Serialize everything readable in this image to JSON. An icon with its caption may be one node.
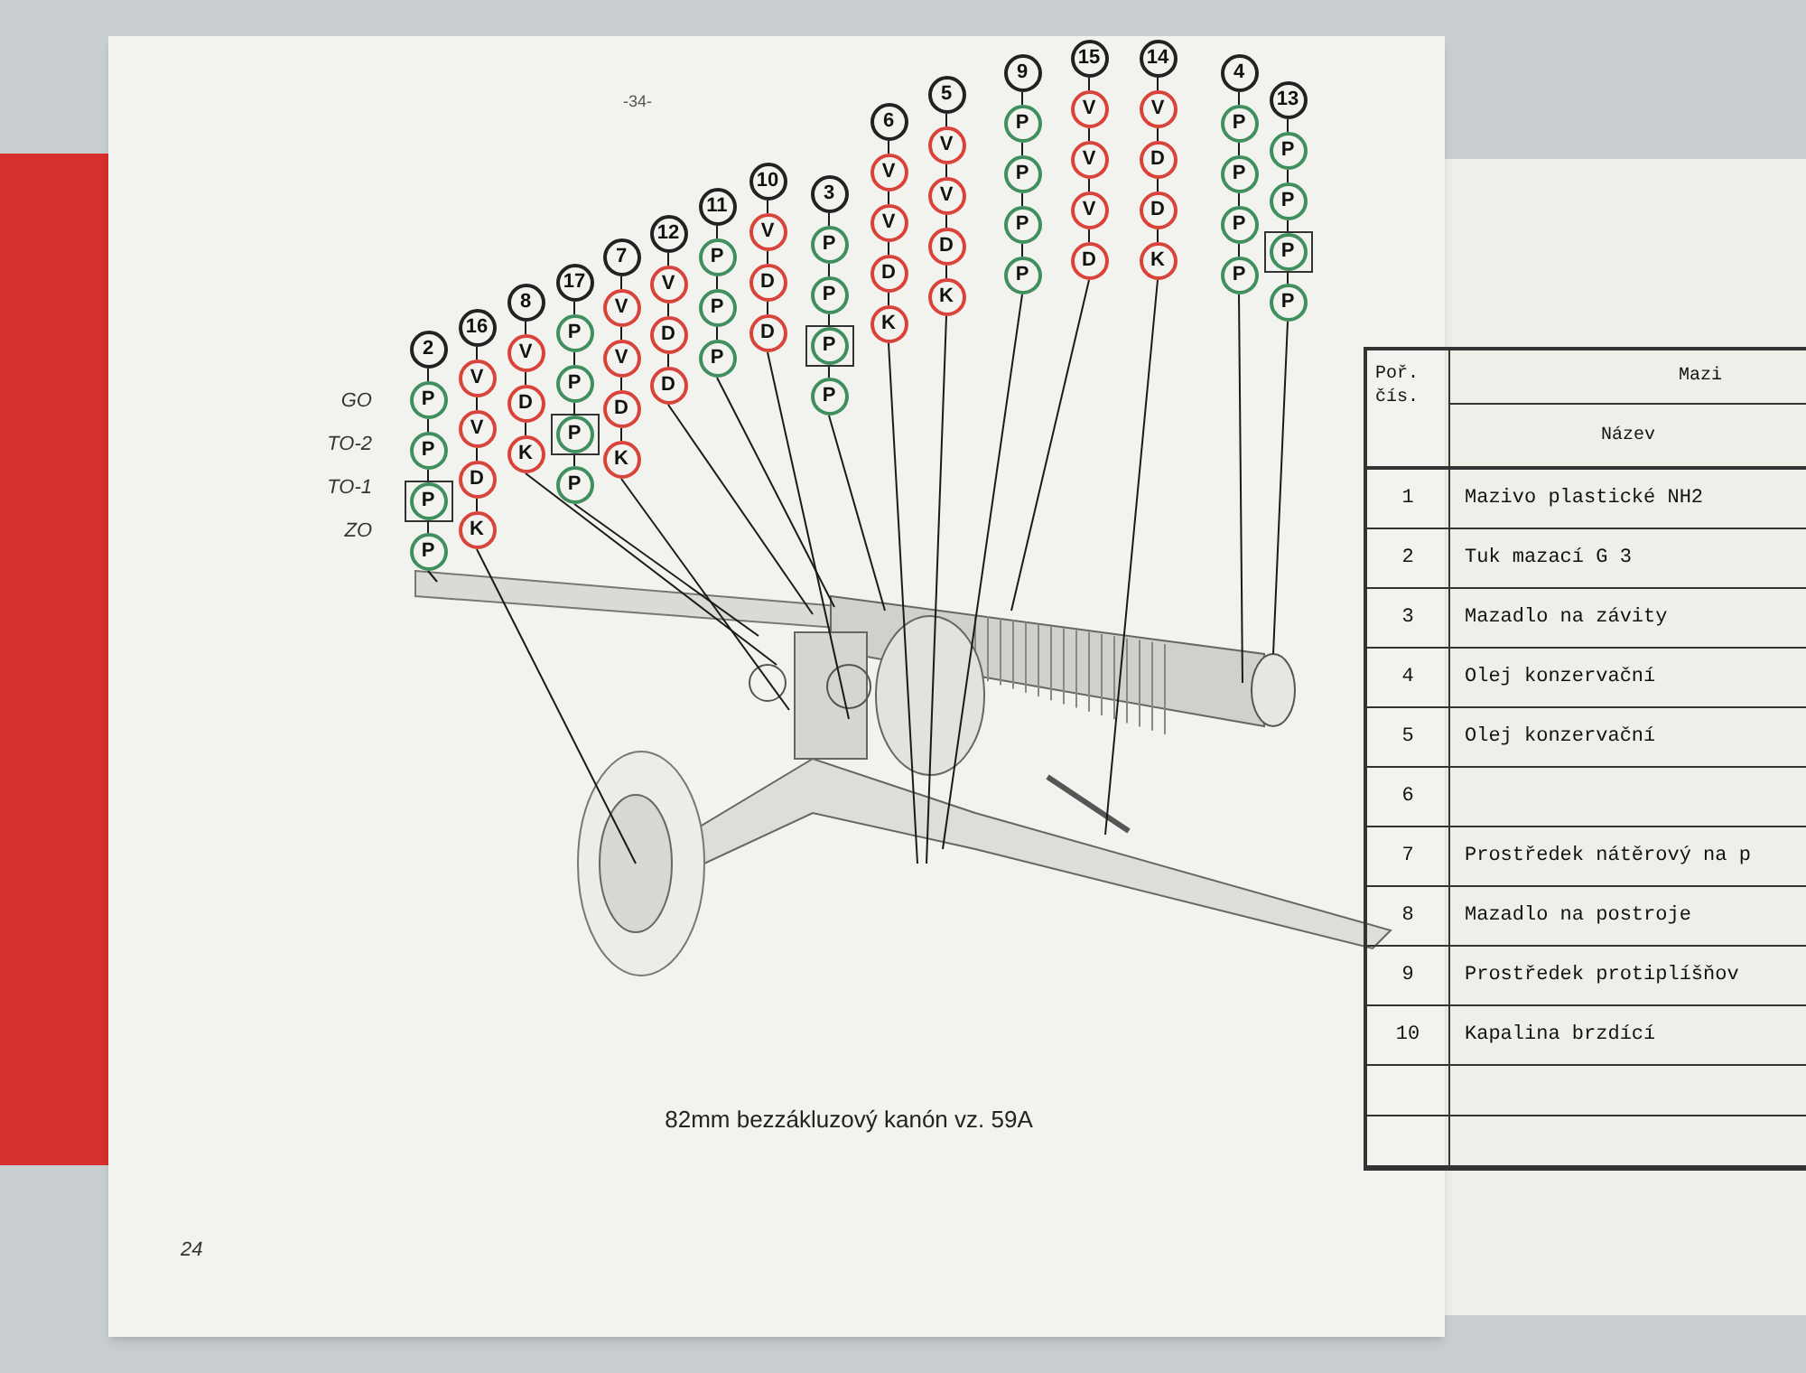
{
  "diagram": {
    "caption": "82mm bezzákluzový kanón vz. 59A",
    "nodes": [
      {
        "text": [
          "2"
        ]
      },
      {
        "text": [
          "P"
        ]
      },
      {
        "text": [
          "P"
        ]
      },
      {
        "text": [
          "P"
        ]
      },
      {
        "text": [
          "P"
        ]
      },
      {
        "text": [
          "16"
        ]
      },
      {
        "text": [
          "V"
        ]
      },
      {
        "text": [
          "V"
        ]
      },
      {
        "text": [
          "D"
        ]
      },
      {
        "text": [
          "K"
        ]
      },
      {
        "text": [
          "8"
        ]
      },
      {
        "text": [
          "V"
        ]
      },
      {
        "text": [
          "D"
        ]
      },
      {
        "text": [
          "K"
        ]
      },
      {
        "text": [
          "17"
        ]
      },
      {
        "text": [
          "P"
        ]
      },
      {
        "text": [
          "P"
        ]
      },
      {
        "text": [
          "P"
        ]
      },
      {
        "text": [
          "P"
        ]
      },
      {
        "text": [
          "7"
        ]
      },
      {
        "text": [
          "V"
        ]
      },
      {
        "text": [
          "V"
        ]
      },
      {
        "text": [
          "D"
        ]
      },
      {
        "text": [
          "K"
        ]
      },
      {
        "text": [
          "12"
        ]
      },
      {
        "text": [
          "V"
        ]
      },
      {
        "text": [
          "D"
        ]
      },
      {
        "text": [
          "D"
        ]
      },
      {
        "text": [
          "11"
        ]
      },
      {
        "text": [
          "P"
        ]
      },
      {
        "text": [
          "P"
        ]
      },
      {
        "text": [
          "P"
        ]
      },
      {
        "text": [
          "10"
        ]
      },
      {
        "text": [
          "V"
        ]
      },
      {
        "text": [
          "D"
        ]
      },
      {
        "text": [
          "D"
        ]
      },
      {
        "text": [
          "3"
        ]
      },
      {
        "text": [
          "P"
        ]
      },
      {
        "text": [
          "P"
        ]
      },
      {
        "text": [
          "P"
        ]
      },
      {
        "text": [
          "P"
        ]
      },
      {
        "text": [
          "6"
        ]
      },
      {
        "text": [
          "V"
        ]
      },
      {
        "text": [
          "V"
        ]
      },
      {
        "text": [
          "D"
        ]
      },
      {
        "text": [
          "K"
        ]
      },
      {
        "text": [
          "5"
        ]
      },
      {
        "text": [
          "V"
        ]
      },
      {
        "text": [
          "V"
        ]
      },
      {
        "text": [
          "D"
        ]
      },
      {
        "text": [
          "K"
        ]
      },
      {
        "text": [
          "9"
        ]
      },
      {
        "text": [
          "P"
        ]
      },
      {
        "text": [
          "P"
        ]
      },
      {
        "text": [
          "P"
        ]
      },
      {
        "text": [
          "P"
        ]
      },
      {
        "text": [
          "15"
        ]
      },
      {
        "text": [
          "V"
        ]
      },
      {
        "text": [
          "V"
        ]
      },
      {
        "text": [
          "V"
        ]
      },
      {
        "text": [
          "D"
        ]
      },
      {
        "text": [
          "14"
        ]
      },
      {
        "text": [
          "V"
        ]
      },
      {
        "text": [
          "D"
        ]
      },
      {
        "text": [
          "D"
        ]
      },
      {
        "text": [
          "K"
        ]
      },
      {
        "text": [
          "4"
        ]
      },
      {
        "text": [
          "P"
        ]
      },
      {
        "text": [
          "P"
        ]
      },
      {
        "text": [
          "P"
        ]
      },
      {
        "text": [
          "P"
        ]
      },
      {
        "text": [
          "13"
        ]
      },
      {
        "text": [
          "P"
        ]
      },
      {
        "text": [
          "P"
        ]
      },
      {
        "text": [
          "P"
        ]
      },
      {
        "text": [
          "P"
        ]
      }
    ],
    "edges": [
      {
        "from": 0,
        "to": 1,
        "arrow": "none"
      },
      {
        "from": 1,
        "to": 2,
        "arrow": "none"
      },
      {
        "from": 2,
        "to": 3,
        "arrow": "none"
      },
      {
        "from": 3,
        "to": 4,
        "arrow": "none"
      },
      {
        "from": 4,
        "to": null,
        "arrow": "none"
      },
      {
        "from": 5,
        "to": 6,
        "arrow": "none"
      },
      {
        "from": 6,
        "to": 7,
        "arrow": "none"
      },
      {
        "from": 7,
        "to": 8,
        "arrow": "none"
      },
      {
        "from": 8,
        "to": 9,
        "arrow": "none"
      },
      {
        "from": 9,
        "to": null,
        "arrow": "none"
      },
      {
        "from": 10,
        "to": 11,
        "arrow": "none"
      },
      {
        "from": 11,
        "to": 12,
        "arrow": "none"
      },
      {
        "from": 12,
        "to": 13,
        "arrow": "none"
      },
      {
        "from": 13,
        "to": null,
        "arrow": "none"
      },
      {
        "from": 14,
        "to": 15,
        "arrow": "none"
      },
      {
        "from": 15,
        "to": 16,
        "arrow": "none"
      },
      {
        "from": 16,
        "to": 17,
        "arrow": "none"
      },
      {
        "from": 17,
        "to": 18,
        "arrow": "none"
      },
      {
        "from": 18,
        "to": null,
        "arrow": "none"
      },
      {
        "from": 19,
        "to": 20,
        "arrow": "none"
      },
      {
        "from": 20,
        "to": 21,
        "arrow": "none"
      },
      {
        "from": 21,
        "to": 22,
        "arrow": "none"
      },
      {
        "from": 22,
        "to": 23,
        "arrow": "none"
      },
      {
        "from": 23,
        "to": null,
        "arrow": "none"
      },
      {
        "from": 24,
        "to": 25,
        "arrow": "none"
      },
      {
        "from": 25,
        "to": 26,
        "arrow": "none"
      },
      {
        "from": 26,
        "to": 27,
        "arrow": "none"
      },
      {
        "from": 27,
        "to": null,
        "arrow": "none"
      },
      {
        "from": 28,
        "to": 29,
        "arrow": "none"
      },
      {
        "from": 29,
        "to": 30,
        "arrow": "none"
      },
      {
        "from": 30,
        "to": 31,
        "arrow": "none"
      },
      {
        "from": 31,
        "to": null,
        "arrow": "none"
      },
      {
        "from": 32,
        "to": 33,
        "arrow": "none"
      },
      {
        "from": 33,
        "to": 34,
        "arrow": "none"
      },
      {
        "from": 34,
        "to": 35,
        "arrow": "none"
      },
      {
        "from": 35,
        "to": null,
        "arrow": "none"
      },
      {
        "from": 36,
        "to": 37,
        "arrow": "none"
      },
      {
        "from": 37,
        "to": 38,
        "arrow": "none"
      },
      {
        "from": 38,
        "to": 39,
        "arrow": "none"
      },
      {
        "from": 39,
        "to": 40,
        "arrow": "none"
      },
      {
        "from": 40,
        "to": null,
        "arrow": "none"
      },
      {
        "from": 41,
        "to": 42,
        "arrow": "none"
      },
      {
        "from": 42,
        "to": 43,
        "arrow": "none"
      },
      {
        "from": 43,
        "to": 44,
        "arrow": "none"
      },
      {
        "from": 44,
        "to": 45,
        "arrow": "none"
      },
      {
        "from": 45,
        "to": null,
        "arrow": "none"
      },
      {
        "from": 46,
        "to": 47,
        "arrow": "none"
      },
      {
        "from": 47,
        "to": 48,
        "arrow": "none"
      },
      {
        "from": 48,
        "to": 49,
        "arrow": "none"
      },
      {
        "from": 49,
        "to": 50,
        "arrow": "none"
      },
      {
        "from": 50,
        "to": null,
        "arrow": "none"
      },
      {
        "from": 51,
        "to": 52,
        "arrow": "none"
      },
      {
        "from": 52,
        "to": 53,
        "arrow": "none"
      },
      {
        "from": 53,
        "to": 54,
        "arrow": "none"
      },
      {
        "from": 54,
        "to": 55,
        "arrow": "none"
      },
      {
        "from": 55,
        "to": null,
        "arrow": "none"
      },
      {
        "from": 56,
        "to": 57,
        "arrow": "none"
      },
      {
        "from": 57,
        "to": 58,
        "arrow": "none"
      },
      {
        "from": 58,
        "to": 59,
        "arrow": "none"
      },
      {
        "from": 59,
        "to": 60,
        "arrow": "none"
      },
      {
        "from": 60,
        "to": null,
        "arrow": "none"
      },
      {
        "from": 61,
        "to": 62,
        "arrow": "none"
      },
      {
        "from": 62,
        "to": 63,
        "arrow": "none"
      },
      {
        "from": 63,
        "to": 64,
        "arrow": "none"
      },
      {
        "from": 64,
        "to": 65,
        "arrow": "none"
      },
      {
        "from": 65,
        "to": null,
        "arrow": "none"
      },
      {
        "from": 66,
        "to": 67,
        "arrow": "none"
      },
      {
        "from": 67,
        "to": 68,
        "arrow": "none"
      },
      {
        "from": 68,
        "to": 69,
        "arrow": "none"
      },
      {
        "from": 69,
        "to": 70,
        "arrow": "none"
      },
      {
        "from": 70,
        "to": null,
        "arrow": "none"
      },
      {
        "from": 71,
        "to": 72,
        "arrow": "none"
      },
      {
        "from": 72,
        "to": 73,
        "arrow": "none"
      },
      {
        "from": 73,
        "to": 74,
        "arrow": "none"
      },
      {
        "from": 74,
        "to": 75,
        "arrow": "none"
      },
      {
        "from": 75,
        "to": null,
        "arrow": "none"
      }
    ],
    "labels": [
      "-34-",
      "GO",
      "TO-2",
      "TO-1",
      "ZO",
      "Poř. čís.",
      "Mazi",
      "Název",
      "1",
      "Mazivo plastické NH2",
      "2",
      "Tuk mazací G 3",
      "3",
      "Mazadlo na závity",
      "4",
      "Olej konzervační",
      "5",
      "Olej konzervační",
      "6",
      "7",
      "Prostředek nátěrový na p",
      "8",
      "Mazadlo na postroje",
      "9",
      "Prostředek protiplíšňov",
      "10",
      "Kapalina brzdící",
      "24"
    ]
  }
}
